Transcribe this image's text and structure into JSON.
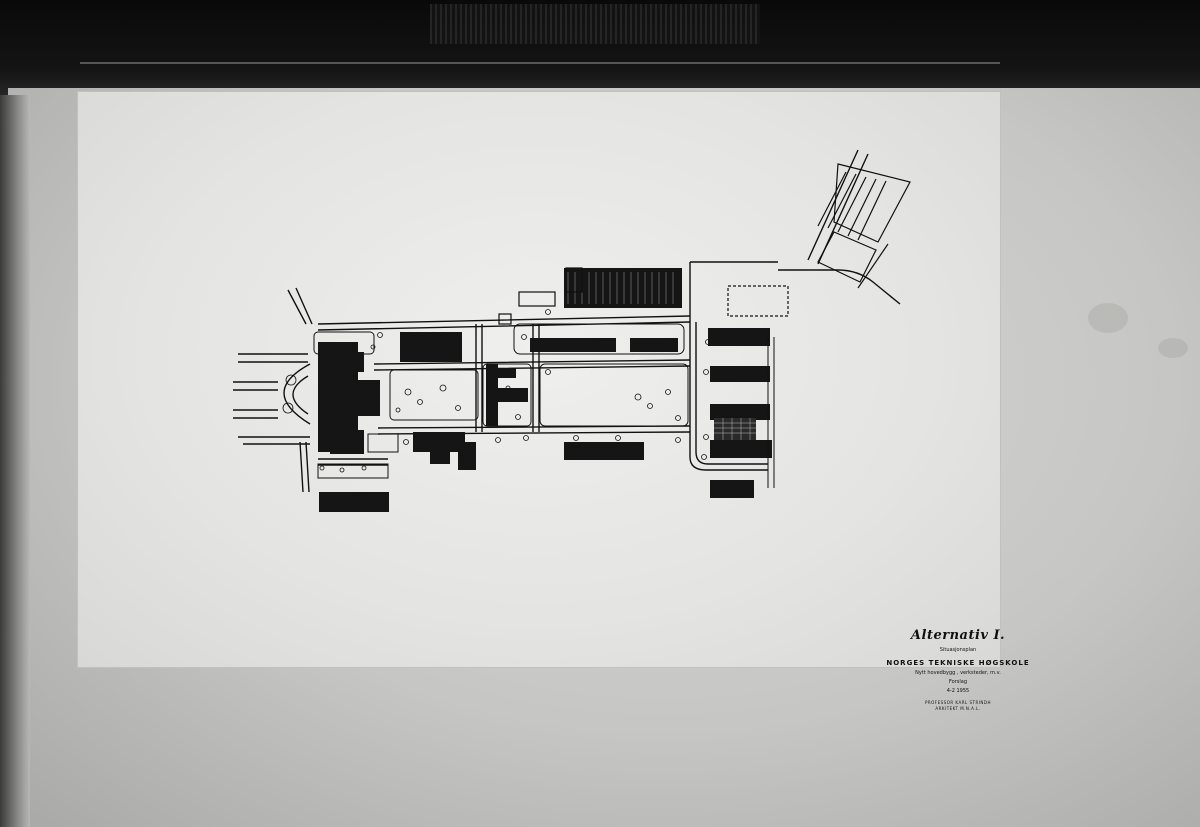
{
  "title_block": {
    "title": "Alternativ I.",
    "subtitle": "Situasjonsplan",
    "institution": "NORGES TEKNISKE HØGSKOLE",
    "line1": "Nytt hovedbygg , verksteder, m.v.",
    "line2": "Forslag",
    "date": "4-2 1955",
    "signature_line1": "PROFESSOR KARL STRINDH",
    "signature_line2": "ARKITEKT M.N.A.L."
  },
  "colors": {
    "sheet": "#e8e8e6",
    "ink": "#111111",
    "backdrop": "#1c1c1c"
  }
}
